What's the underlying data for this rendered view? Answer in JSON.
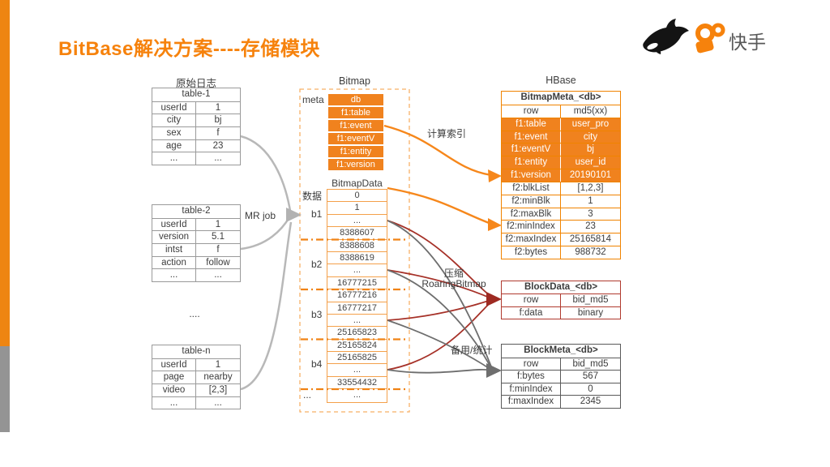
{
  "slide": {
    "title": "BitBase解决方案----存储模块",
    "brand": {
      "name_text": "快手"
    }
  },
  "sections": {
    "source_logs_label": "原始日志",
    "bitmap_label": "Bitmap",
    "hbase_label": "HBase",
    "bitmapdata_label": "BitmapData",
    "meta_label": "meta",
    "data_label": "数据",
    "mr_job_label": "MR job",
    "tables_ellipsis": "....",
    "compute_index_label": "计算索引",
    "compress_label_line1": "压缩",
    "compress_label_line2": "RoaringBitmap",
    "backup_stats_label": "备用/统计"
  },
  "source_tables": [
    {
      "title": "table-1",
      "rows": [
        {
          "k": "userId",
          "v": "1"
        },
        {
          "k": "city",
          "v": "bj"
        },
        {
          "k": "sex",
          "v": "f"
        },
        {
          "k": "age",
          "v": "23"
        },
        {
          "k": "...",
          "v": "..."
        }
      ]
    },
    {
      "title": "table-2",
      "rows": [
        {
          "k": "userId",
          "v": "1"
        },
        {
          "k": "version",
          "v": "5.1"
        },
        {
          "k": "intst",
          "v": "f"
        },
        {
          "k": "action",
          "v": "follow"
        },
        {
          "k": "...",
          "v": "..."
        }
      ]
    },
    {
      "title": "table-n",
      "rows": [
        {
          "k": "userId",
          "v": "1"
        },
        {
          "k": "page",
          "v": "nearby"
        },
        {
          "k": "video",
          "v": "[2,3]"
        },
        {
          "k": "...",
          "v": "..."
        }
      ]
    }
  ],
  "bitmap": {
    "meta_blocks": [
      "db",
      "f1:table",
      "f1:event",
      "f1:eventV",
      "f1:entity",
      "f1:version"
    ],
    "block_labels": [
      "b1",
      "b2",
      "b3",
      "b4",
      "..."
    ],
    "bitmapdata_rows": [
      "0",
      "1",
      "...",
      "8388607",
      "8388608",
      "8388619",
      "...",
      "16777215",
      "16777216",
      "16777217",
      "...",
      "25165823",
      "25165824",
      "25165825",
      "...",
      "33554432",
      "..."
    ]
  },
  "hbase_tables": {
    "bitmap_meta": {
      "title": "BitmapMeta_<db>",
      "rows": [
        {
          "k": "row",
          "v": "md5(xx)"
        },
        {
          "k": "f1:table",
          "v": "user_pro",
          "hl": true
        },
        {
          "k": "f1:event",
          "v": "city",
          "hl": true
        },
        {
          "k": "f1:eventV",
          "v": "bj",
          "hl": true
        },
        {
          "k": "f1:entity",
          "v": "user_id",
          "hl": true
        },
        {
          "k": "f1:version",
          "v": "20190101",
          "hl": true
        },
        {
          "k": "f2:blkList",
          "v": "[1,2,3]"
        },
        {
          "k": "f2:minBlk",
          "v": "1"
        },
        {
          "k": "f2:maxBlk",
          "v": "3"
        },
        {
          "k": "f2:minIndex",
          "v": "23"
        },
        {
          "k": "f2:maxIndex",
          "v": "25165814"
        },
        {
          "k": "f2:bytes",
          "v": "988732"
        }
      ]
    },
    "block_data": {
      "title": "BlockData_<db>",
      "rows": [
        {
          "k": "row",
          "v": "bid_md5"
        },
        {
          "k": "f:data",
          "v": "binary"
        }
      ]
    },
    "block_meta": {
      "title": "BlockMeta_<db>",
      "rows": [
        {
          "k": "row",
          "v": "bid_md5"
        },
        {
          "k": "f:bytes",
          "v": "567"
        },
        {
          "k": "f:minIndex",
          "v": "0"
        },
        {
          "k": "f:maxIndex",
          "v": "2345"
        }
      ]
    }
  },
  "colors": {
    "accent_orange": "#F6820C",
    "cell_orange": "#F0821E",
    "dark_red": "#A63128",
    "arrow_gray": "#B3B3B3",
    "dark_arrow_gray": "#6E6E6E"
  }
}
